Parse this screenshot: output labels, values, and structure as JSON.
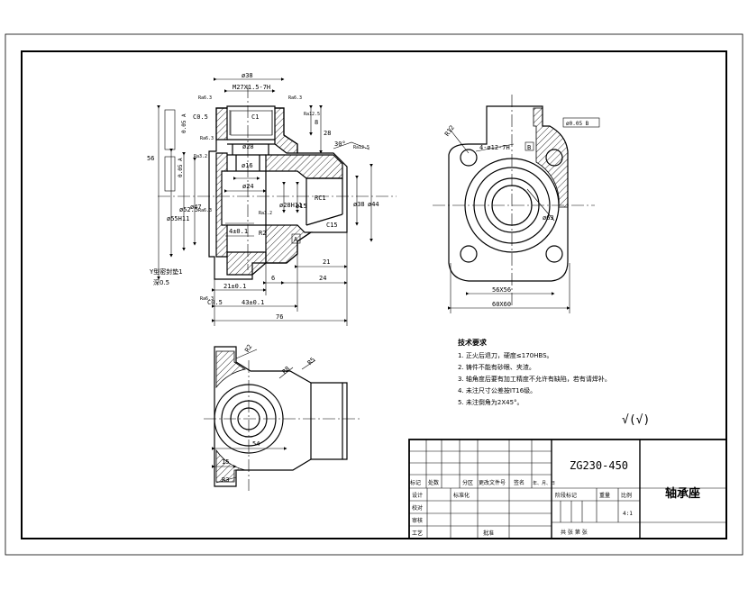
{
  "front_view": {
    "dims": {
      "d38": "ø38",
      "thread": "M27X1.5-7H",
      "c05": "C0.5",
      "c1": "C1",
      "d28": "ø28",
      "len8": "8",
      "len28": "28",
      "len56": "56",
      "d16": "ø16",
      "d24": "ø24",
      "d55h11": "ø55H11",
      "d52_5": "ø52.5",
      "d47": "ø47",
      "len4": "4±0.1",
      "r2": "R2",
      "d15": "ø15",
      "d28h11": "ø28H11",
      "rc1": "RC1",
      "d38b": "ø38",
      "d44": "ø44",
      "c15": "C15",
      "angle30": "30°",
      "len21a": "21",
      "len24": "24",
      "len21b": "21±0.1",
      "len6": "6",
      "len43": "43±0.1",
      "len76": "76",
      "gdt_ref": "A",
      "gdt1": "0.05 A",
      "gdt2": "0.05 A",
      "chamfer": "C0.5"
    },
    "rough": [
      "Ra6.3",
      "Ra6.3",
      "Ra12.5",
      "Ra6.3",
      "Ra3.2",
      "Ra12.5",
      "Ra6.3",
      "Ra3.2",
      "Ra6.3"
    ],
    "note_left": "Y型密封垫1",
    "note_left2": "深0.5"
  },
  "side_view": {
    "dims": {
      "r12": "R12",
      "holes": "4-ø12-7H",
      "gdt": "ø0.05 B",
      "ref_b": "B",
      "d63": "ø63",
      "w56": "56X56",
      "w60": "60X60"
    }
  },
  "top_view": {
    "dims": {
      "r2": "R2",
      "r8": "R8",
      "r5": "R5",
      "d54": "54",
      "d15": "15",
      "r3": "R3"
    }
  },
  "tech": {
    "title": "技术要求",
    "items": [
      "1. 正火后退刀，硬度≤170HBS。",
      "2. 铸件不能有砂眼、夹渣。",
      "3. 轴角度后要有加工精度不允许有缺陷，若有请焊补。",
      "4. 未注尺寸公差按IT16级。",
      "5. 未注倒角为2X45°。"
    ]
  },
  "roughness_note": "√(√)",
  "title_block": {
    "material": "ZG230-450",
    "part_name": "轴承座",
    "col_marks": "标记",
    "col_count": "处数",
    "col_zone": "分区",
    "col_doc": "更改文件号",
    "col_sign": "签名",
    "col_date": "年、月、日",
    "design": "设计",
    "check": "校对",
    "review": "审核",
    "process": "工艺",
    "standard": "标准化",
    "approve": "批准",
    "stage": "阶段标记",
    "weight": "重量",
    "scale": "比例",
    "scale_val": "4:1",
    "sheets": "共   张   第   张"
  }
}
